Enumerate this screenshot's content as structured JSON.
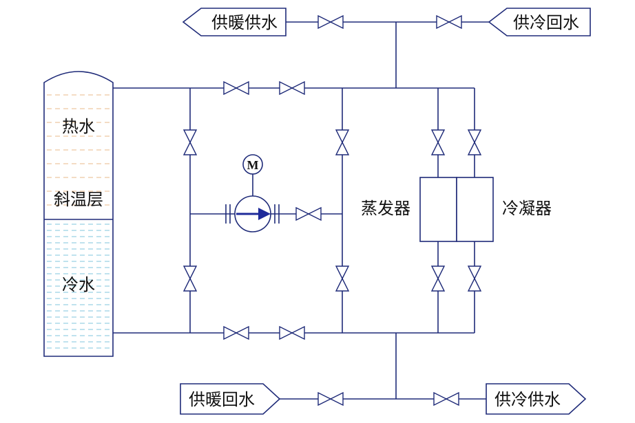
{
  "labels": {
    "heating_supply": "供暖供水",
    "cooling_return": "供冷回水",
    "heating_return": "供暖回水",
    "cooling_supply": "供冷供水",
    "hot_water": "热水",
    "thermocline": "斜温层",
    "cold_water": "冷水",
    "evaporator": "蒸发器",
    "condenser": "冷凝器",
    "motor": "M"
  },
  "colors": {
    "pipe": "#1e2a78",
    "hot_zone_lines": "#e8b98a",
    "cold_zone_lines": "#7fc4dd",
    "pump_arrow": "#1e2a9a"
  }
}
